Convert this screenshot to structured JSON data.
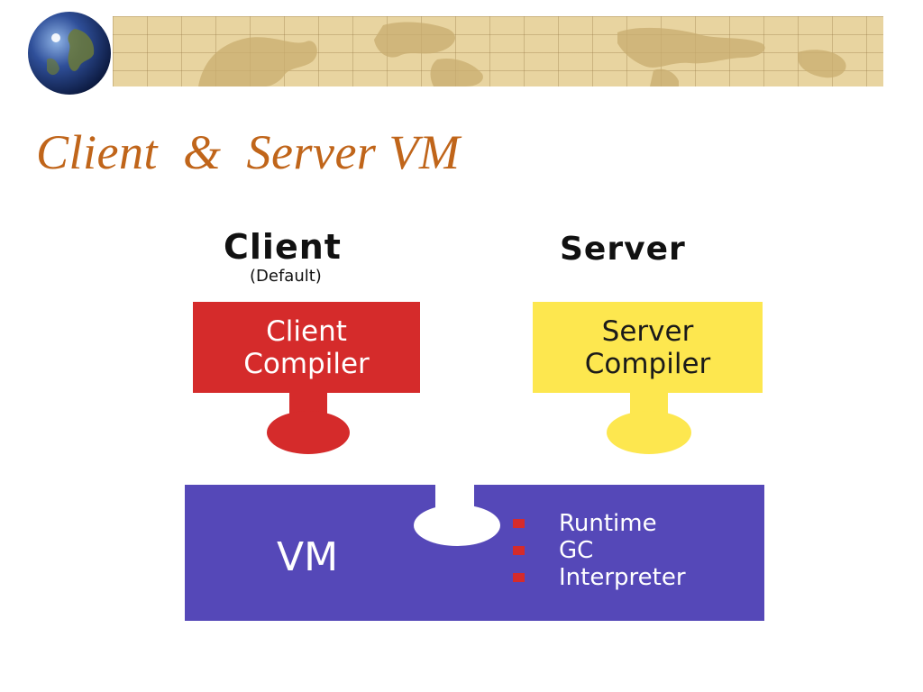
{
  "slide": {
    "title": "Client  &  Server VM"
  },
  "diagram": {
    "client": {
      "heading": "Client",
      "subheading": "(Default)",
      "compiler_label": "Client\nCompiler",
      "color": "#d52b2b"
    },
    "server": {
      "heading": "Server",
      "compiler_label": "Server\nCompiler",
      "color": "#fde74f"
    },
    "vm": {
      "label": "VM",
      "color": "#5548b8",
      "bullet_color": "#d52b2b",
      "components": [
        "Runtime",
        "GC",
        "Interpreter"
      ]
    }
  },
  "decor": {
    "banner_icon": "world-map-banner-icon",
    "globe_icon": "globe-icon",
    "title_color": "#c0651a",
    "banner_color": "#e8d4a0"
  }
}
